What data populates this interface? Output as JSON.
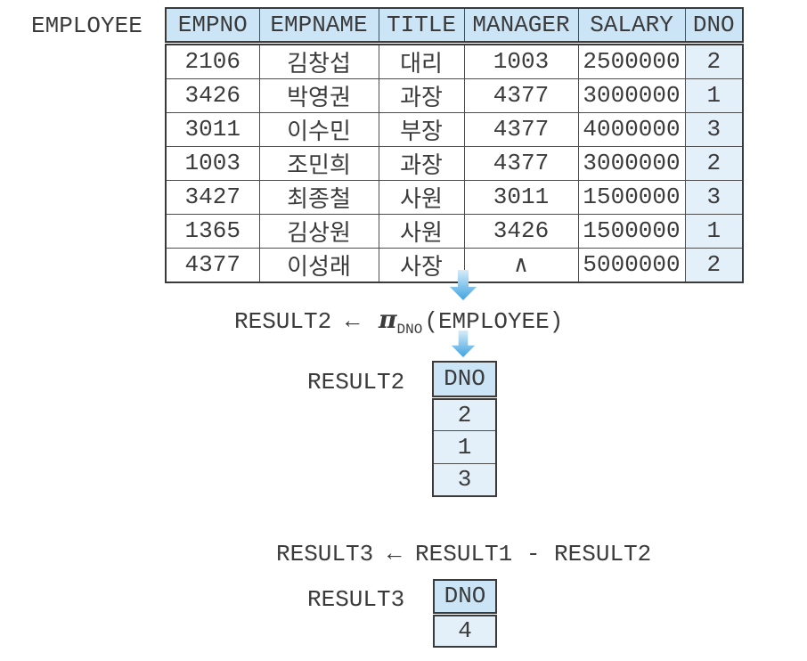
{
  "colors": {
    "table_header_bg": "#cbe4f6",
    "highlight_cell_bg": "#e3eff9",
    "table_border": "#3a3a3a",
    "text": "#3b3b3b",
    "arrow_gradient_top": "#d7ecfa",
    "arrow_gradient_bottom": "#3fa3e0"
  },
  "icons": {
    "arrow_between_table_and_formula": "down-arrow-icon",
    "arrow_between_formula_and_result2": "down-arrow-icon"
  },
  "employee_table": {
    "label": "EMPLOYEE",
    "columns": [
      "EMPNO",
      "EMPNAME",
      "TITLE",
      "MANAGER",
      "SALARY",
      "DNO"
    ],
    "rows": [
      [
        "2106",
        "김창섭",
        "대리",
        "1003",
        "2500000",
        "2"
      ],
      [
        "3426",
        "박영권",
        "과장",
        "4377",
        "3000000",
        "1"
      ],
      [
        "3011",
        "이수민",
        "부장",
        "4377",
        "4000000",
        "3"
      ],
      [
        "1003",
        "조민희",
        "과장",
        "4377",
        "3000000",
        "2"
      ],
      [
        "3427",
        "최종철",
        "사원",
        "3011",
        "1500000",
        "3"
      ],
      [
        "1365",
        "김상원",
        "사원",
        "3426",
        "1500000",
        "1"
      ],
      [
        "4377",
        "이성래",
        "사장",
        "∧",
        "5000000",
        "2"
      ]
    ],
    "null_symbol": "∧"
  },
  "projection_formula": {
    "lhs": "RESULT2",
    "assign_arrow": " ← ",
    "operator": "π",
    "operator_subscript": "DNO",
    "operand": "(EMPLOYEE)"
  },
  "result2_table": {
    "label": "RESULT2",
    "column": "DNO",
    "rows": [
      "2",
      "1",
      "3"
    ]
  },
  "difference_formula": {
    "text": "RESULT3 ← RESULT1 - RESULT2"
  },
  "result3_table": {
    "label": "RESULT3",
    "column": "DNO",
    "rows": [
      "4"
    ]
  }
}
